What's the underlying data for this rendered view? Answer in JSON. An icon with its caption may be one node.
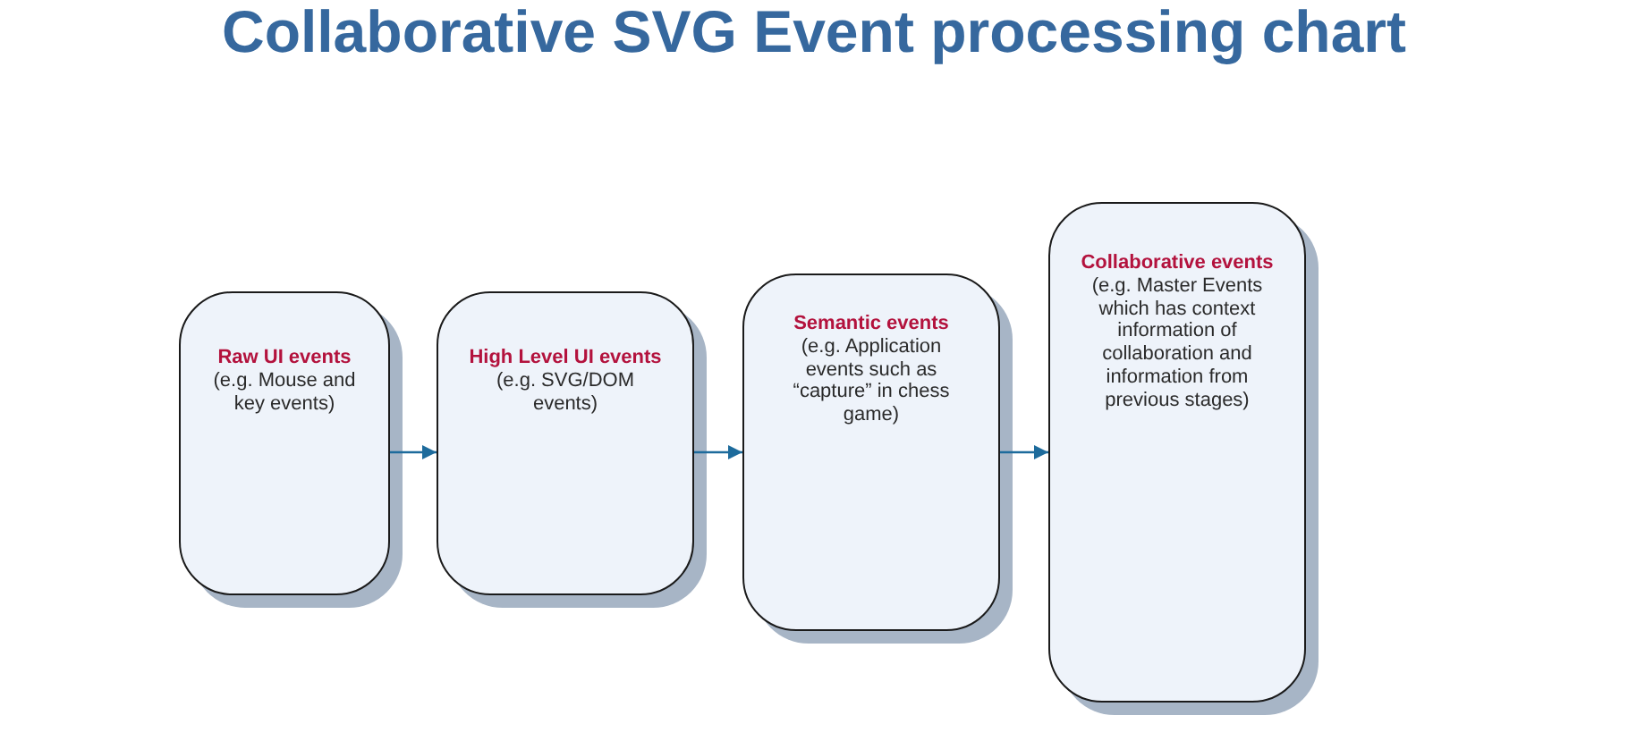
{
  "diagram": {
    "title": "Collaborative SVG Event processing chart",
    "nodes": [
      {
        "text": [
          "Raw UI events",
          "(e.g. Mouse and key events)"
        ]
      },
      {
        "text": [
          "High Level UI events",
          "(e.g. SVG/DOM events)"
        ]
      },
      {
        "text": [
          "Semantic events",
          "(e.g. Application events such as “capture” in chess game)"
        ]
      },
      {
        "text": [
          "Collaborative events",
          "(e.g. Master Events which has context information of collaboration and information from previous stages)"
        ]
      }
    ],
    "edges": [
      {
        "from": 0,
        "to": 1,
        "arrow": "to"
      },
      {
        "from": 1,
        "to": 2,
        "arrow": "to"
      },
      {
        "from": 2,
        "to": 3,
        "arrow": "to"
      }
    ]
  }
}
